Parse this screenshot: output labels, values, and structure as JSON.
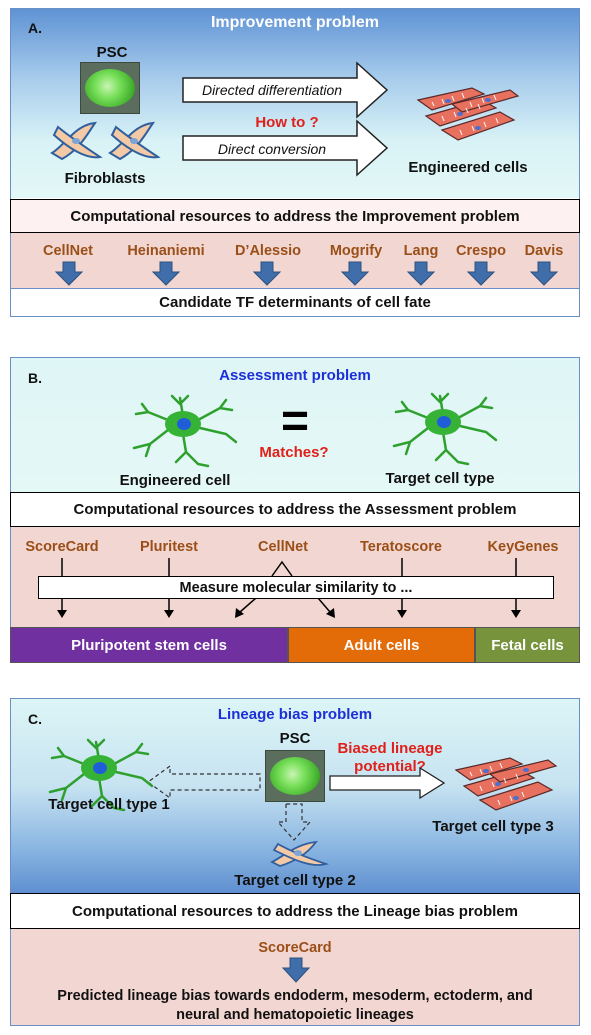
{
  "panel_a": {
    "letter": "A.",
    "title": "Improvement problem",
    "psc_label": "PSC",
    "fibroblasts_label": "Fibroblasts",
    "arrow1_label": "Directed differentiation",
    "arrow2_label": "Direct conversion",
    "question": "How to ?",
    "engineered_label": "Engineered cells",
    "resources_title": "Computational resources to address the Improvement problem",
    "tools": [
      "CellNet",
      "Heinaniemi",
      "D’Alessio",
      "Mogrify",
      "Lang",
      "Crespo",
      "Davis"
    ],
    "output": "Candidate TF determinants of cell fate"
  },
  "panel_b": {
    "letter": "B.",
    "title": "Assessment problem",
    "equals": "=",
    "matches": "Matches?",
    "engineered_label": "Engineered cell",
    "target_label": "Target cell type",
    "resources_title": "Computational resources to address the Assessment problem",
    "tools": [
      "ScoreCard",
      "Pluritest",
      "CellNet",
      "Teratoscore",
      "KeyGenes"
    ],
    "measure": "Measure molecular similarity to ...",
    "categories": [
      "Pluripotent stem cells",
      "Adult cells",
      "Fetal cells"
    ]
  },
  "panel_c": {
    "letter": "C.",
    "title": "Lineage bias problem",
    "psc_label": "PSC",
    "biased_line1": "Biased lineage",
    "biased_line2": "potential?",
    "target1": "Target cell type 1",
    "target2": "Target cell type 2",
    "target3": "Target cell type 3",
    "resources_title": "Computational resources to address the Lineage bias problem",
    "tool": "ScoreCard",
    "output_line1": "Predicted lineage bias towards endoderm, mesoderm, ectoderm, and",
    "output_line2": "neural and hematopoietic lineages"
  },
  "colors": {
    "tool_text": "#9b4f18",
    "title_a": "#ffffff",
    "title_bc": "#1c2fd8",
    "question": "#e0201a",
    "down_arrow": "#3f6eaa",
    "pluripotent": "#7030a0",
    "adult": "#e36c09",
    "fetal": "#77933c",
    "panel_border": "#6b8fc4"
  }
}
